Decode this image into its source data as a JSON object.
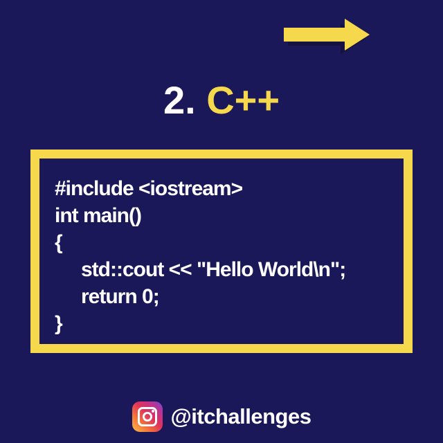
{
  "header": {
    "next_icon": "right-arrow-icon",
    "number": "2.",
    "language": "C++"
  },
  "code": {
    "lines": [
      "#include <iostream>",
      "int main()",
      "{",
      "std::cout << \"Hello World\\n\";",
      "return 0;",
      "}"
    ]
  },
  "footer": {
    "icon": "instagram-icon",
    "handle": "@itchallenges"
  },
  "colors": {
    "background": "#1b1859",
    "accent": "#f6d84c",
    "text": "#ffffff"
  }
}
